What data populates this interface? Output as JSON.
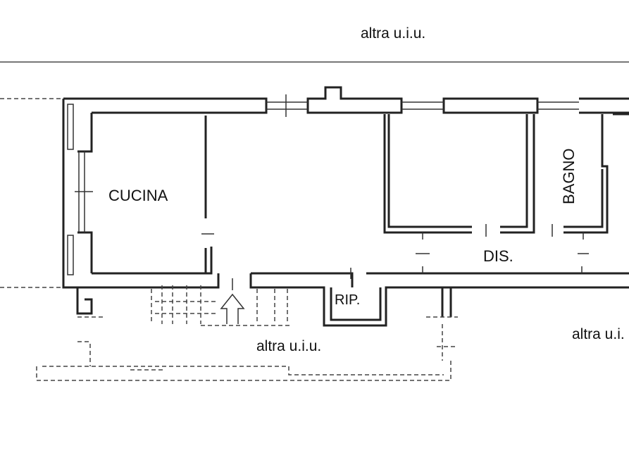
{
  "labels": {
    "top_unit": "altra u.i.u.",
    "cucina": "CUCINA",
    "bagno": "BAGNO",
    "dis": "DIS.",
    "rip": "RIP.",
    "bottom_unit_left": "altra u.i.u.",
    "bottom_unit_right": "altra u.i."
  },
  "colors": {
    "line": "#222222",
    "background": "#ffffff"
  }
}
